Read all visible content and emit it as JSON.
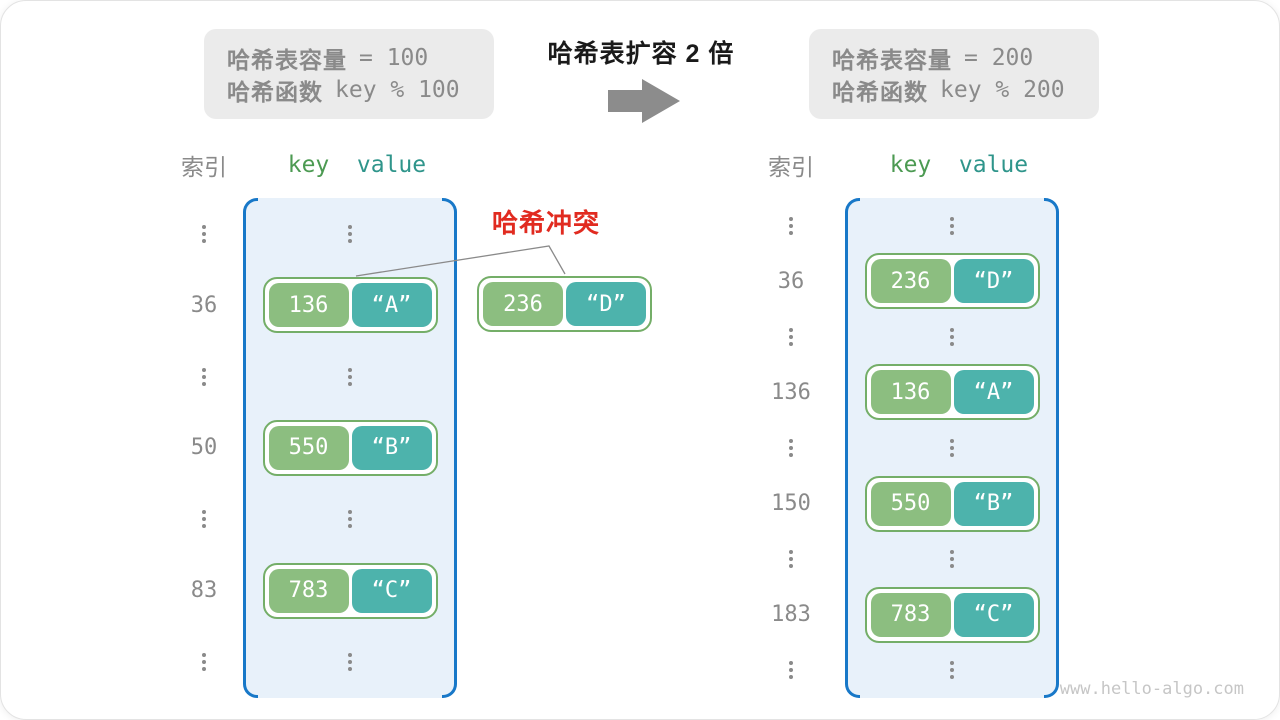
{
  "info_boxes": {
    "left": {
      "capacity_label": "哈希表容量",
      "capacity_value": "= 100",
      "function_label": "哈希函数",
      "function_value": "key % 100"
    },
    "right": {
      "capacity_label": "哈希表容量",
      "capacity_value": "= 200",
      "function_label": "哈希函数",
      "function_value": "key % 200"
    }
  },
  "transition": {
    "title": "哈希表扩容 2 倍"
  },
  "collision": {
    "label": "哈希冲突",
    "pair": {
      "key": "236",
      "value": "“D”"
    }
  },
  "tables": {
    "left": {
      "header": {
        "index": "索引",
        "key": "key",
        "value": "value"
      },
      "rows": [
        {
          "type": "dots"
        },
        {
          "type": "pair",
          "index": "36",
          "key": "136",
          "value": "“A”"
        },
        {
          "type": "dots"
        },
        {
          "type": "pair",
          "index": "50",
          "key": "550",
          "value": "“B”"
        },
        {
          "type": "dots"
        },
        {
          "type": "pair",
          "index": "83",
          "key": "783",
          "value": "“C”"
        },
        {
          "type": "dots"
        }
      ]
    },
    "right": {
      "header": {
        "index": "索引",
        "key": "key",
        "value": "value"
      },
      "rows": [
        {
          "type": "dots"
        },
        {
          "type": "pair",
          "index": "36",
          "key": "236",
          "value": "“D”"
        },
        {
          "type": "dots"
        },
        {
          "type": "pair",
          "index": "136",
          "key": "136",
          "value": "“A”"
        },
        {
          "type": "dots"
        },
        {
          "type": "pair",
          "index": "150",
          "key": "550",
          "value": "“B”"
        },
        {
          "type": "dots"
        },
        {
          "type": "pair",
          "index": "183",
          "key": "783",
          "value": "“C”"
        },
        {
          "type": "dots"
        }
      ]
    }
  },
  "watermark": "www.hello-algo.com",
  "colors": {
    "key_box": "#8CBE80",
    "value_box": "#4DB3AC",
    "pair_border": "#74AE68",
    "table_fill": "#E8F1FA",
    "table_border": "#1878C8",
    "header_key": "#4C9A52",
    "header_value": "#2F958B",
    "collision_red": "#E12B20",
    "muted_gray": "#8A8A8A",
    "arrow_gray": "#8C8C8C",
    "info_bg": "#EBEBEB",
    "watermark_gray": "#C6C6C6"
  }
}
